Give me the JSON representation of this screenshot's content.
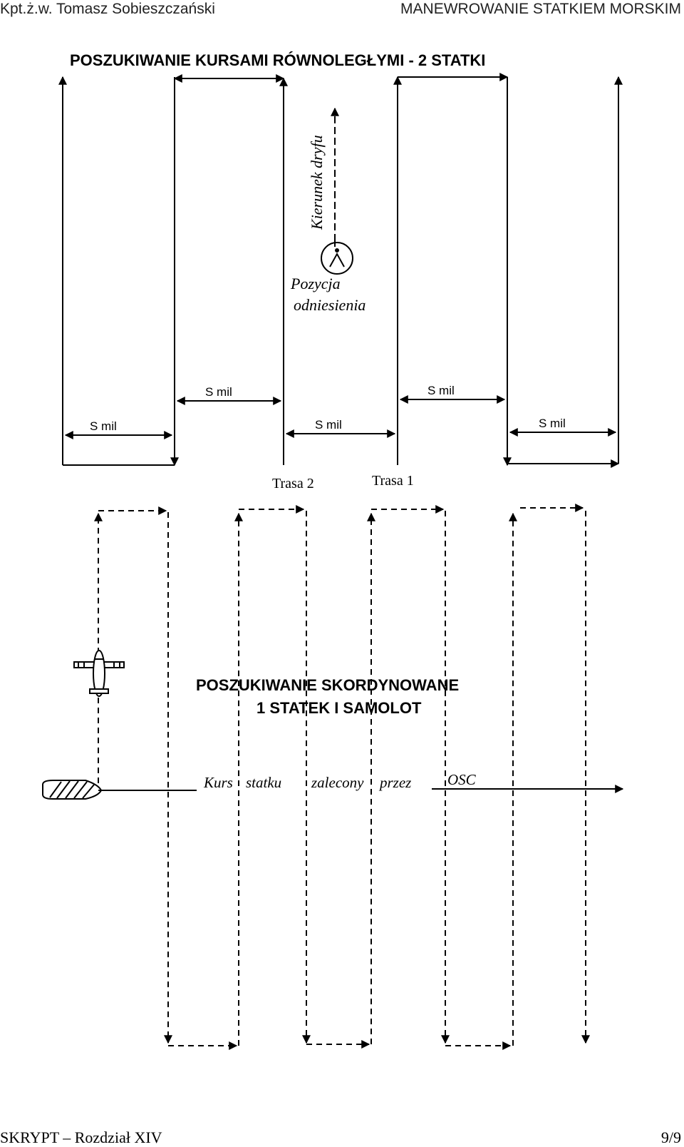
{
  "header": {
    "left": "Kpt.ż.w. Tomasz Sobieszczański",
    "right": "MANEWROWANIE STATKIEM MORSKIM"
  },
  "diagram1": {
    "title": "POSZUKIWANIE KURSAMI RÓWNOLEGŁYMI - 2 STATKI",
    "drift_label": "Kierunek dryfu",
    "reference_label_1": "Pozycja",
    "reference_label_2": "odniesienia",
    "spacing_label": "S mil",
    "track2_label": "Trasa 2",
    "track1_label": "Trasa 1"
  },
  "diagram2": {
    "title_line1": "POSZUKIWANIE SKORDYNOWANE",
    "title_line2": "1 STATEK I SAMOLOT",
    "course_words": [
      "Kurs",
      "statku",
      "zalecony",
      "przez",
      "OSC"
    ]
  },
  "footer": {
    "left": "SKRYPT – Rozdział XIV",
    "right": "9/9"
  }
}
